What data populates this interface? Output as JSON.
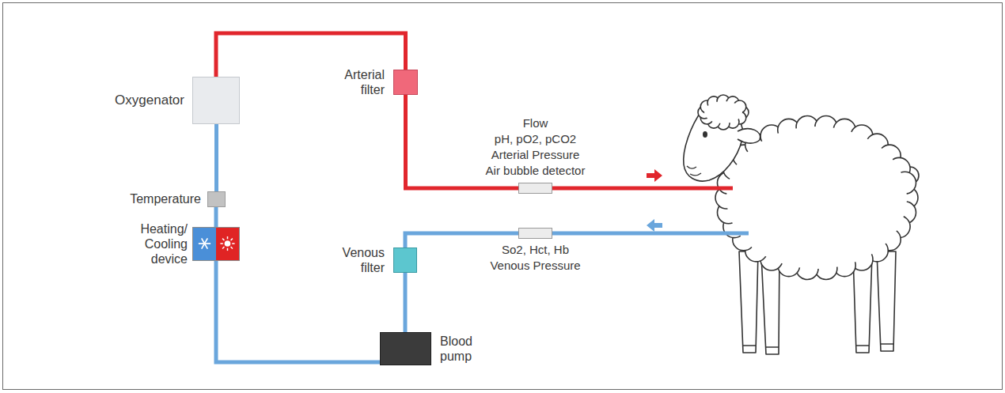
{
  "diagram": {
    "nodes": [
      {
        "text": [
          "Oxygenator"
        ]
      },
      {
        "text": [
          "Arterial filter"
        ]
      },
      {
        "text": [
          "Flow",
          "pH, pO2, pCO2",
          "Arterial Pressure",
          "Air bubble detector"
        ]
      },
      {
        "text": [
          "Temperature"
        ]
      },
      {
        "text": [
          "Heating/ Cooling device"
        ]
      },
      {
        "text": [
          "Venous filter"
        ]
      },
      {
        "text": [
          "So2, Hct, Hb",
          "Venous Pressure"
        ]
      },
      {
        "text": [
          "Blood pump"
        ]
      }
    ],
    "edges": [
      {
        "from": 7,
        "to": 4,
        "arrow": "none"
      },
      {
        "from": 4,
        "to": 3,
        "arrow": "none"
      },
      {
        "from": 3,
        "to": 0,
        "arrow": "none"
      },
      {
        "from": 0,
        "to": 1,
        "arrow": "none"
      },
      {
        "from": 1,
        "to": 2,
        "arrow": "none"
      },
      {
        "from": 6,
        "to": 5,
        "arrow": "none"
      },
      {
        "from": 5,
        "to": 7,
        "arrow": "none"
      }
    ]
  }
}
